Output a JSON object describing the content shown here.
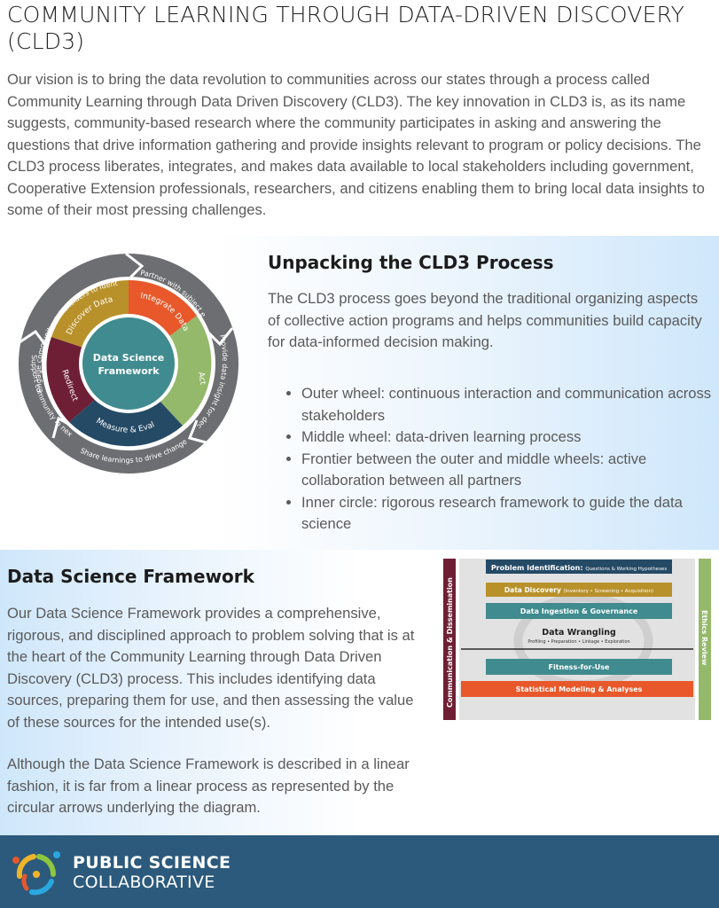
{
  "title": "COMMUNITY LEARNING THROUGH DATA-DRIVEN DISCOVERY (CLD3)",
  "intro": "Our vision is to bring the data revolution to communities across our states through a process called Community Learning through Data Driven Discovery (CLD3). The key innovation in CLD3 is, as its name suggests, community-based research where the community participates in asking and answering the questions that drive information gathering and provide insights relevant to program or policy decisions. The CLD3 process liberates, integrates, and makes data available to local stakeholders including government, Cooperative Extension professionals, researchers, and citizens enabling them to bring local data insights to some of their most pressing challenges.",
  "unpacking": {
    "heading": "Unpacking the CLD3 Process",
    "text": "The CLD3 process goes beyond the traditional organizing aspects of collective action programs and helps communities build capacity for data-informed decision making.",
    "bullets": [
      "Outer wheel: continuous interaction and communication across stakeholders",
      "Middle wheel: data-driven learning process",
      "Frontier between the outer and middle wheels: active collaboration between all partners",
      "Inner circle: rigorous research framework to guide the data science"
    ]
  },
  "wheel": {
    "center_line1": "Data Science",
    "center_line2": "Framework",
    "middle": {
      "discover": "Discover Data",
      "integrate": "Integrate Data",
      "act": "Act",
      "measure": "Measure & Evaluate",
      "redirect": "Redirect"
    },
    "outer": {
      "engage": "Engage community stakeholders to identify issues",
      "partner": "Partner with subject experts",
      "provide": "Provide data insight for decision makers",
      "share": "Share learnings to drive change",
      "support": "Support community in next steps"
    },
    "colors": {
      "outer": "#6d6e71",
      "discover": "#b8912a",
      "integrate": "#e8582a",
      "act": "#94b96a",
      "measure": "#254a66",
      "redirect": "#6e1f35",
      "center": "#3f8b8f"
    }
  },
  "framework": {
    "heading": "Data Science Framework",
    "text1": "Our Data Science Framework provides a comprehensive, rigorous, and disciplined approach to problem solving that is at the heart of the Community Learning through Data Driven Discovery (CLD3) process. This includes identifying data sources, preparing them for use, and then assessing the value of these sources for the intended use(s).",
    "text2": "Although the Data Science Framework is described in a linear fashion, it is far from a linear process as represented by the circular arrows underlying the diagram.",
    "diagram": {
      "left_label": "Communication & Dissemination",
      "right_label": "Ethics Review",
      "problem": "Problem Identification:",
      "problem_sub": "Questions & Working Hypotheses",
      "discovery": "Data Discovery",
      "discovery_sub": "(Inventory • Screening • Acquisition)",
      "ingestion": "Data Ingestion & Governance",
      "wrangling": "Data Wrangling",
      "wrangling_sub": "Profiling • Preparation • Linkage • Exploration",
      "fitness": "Fitness-for-Use",
      "modeling": "Statistical Modeling & Analyses"
    }
  },
  "footer": {
    "line1": "PUBLIC SCIENCE",
    "line2": "COLLABORATIVE"
  }
}
